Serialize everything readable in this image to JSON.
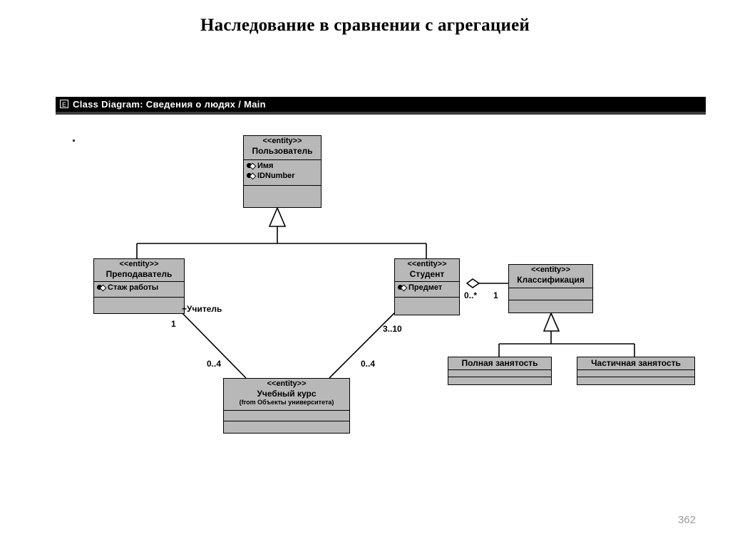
{
  "slide": {
    "title": "Наследование в сравнении с агрегацией",
    "page_number": "362"
  },
  "window": {
    "icon": "class-diagram-icon",
    "title": "Class Diagram: Сведения о людях / Main"
  },
  "diagram": {
    "type": "uml-class-diagram",
    "classes": [
      {
        "id": "polzovatel",
        "stereotype": "<<entity>>",
        "name": "Пользователь",
        "attributes": [
          "Имя",
          "IDNumber"
        ],
        "operations": []
      },
      {
        "id": "prepodavatel",
        "stereotype": "<<entity>>",
        "name": "Преподаватель",
        "attributes": [
          "Стаж работы"
        ],
        "operations": []
      },
      {
        "id": "student",
        "stereotype": "<<entity>>",
        "name": "Студент",
        "attributes": [
          "Предмет"
        ],
        "operations": []
      },
      {
        "id": "klassifikaciya",
        "stereotype": "<<entity>>",
        "name": "Классификация",
        "attributes": [],
        "operations": []
      },
      {
        "id": "uchebnyi-kurs",
        "stereotype": "<<entity>>",
        "name": "Учебный курс",
        "from": "(from Объекты университета)",
        "attributes": [],
        "operations": []
      },
      {
        "id": "polnaya-zanyatost",
        "name": "Полная занятость",
        "attributes": [],
        "operations": []
      },
      {
        "id": "chastichnaya-zanyatost",
        "name": "Частичная занятость",
        "attributes": [],
        "operations": []
      }
    ],
    "relationships": [
      {
        "kind": "generalization",
        "parent": "Пользователь",
        "children": [
          "Преподаватель",
          "Студент"
        ]
      },
      {
        "kind": "generalization",
        "parent": "Классификация",
        "children": [
          "Полная занятость",
          "Частичная занятость"
        ]
      },
      {
        "kind": "aggregation",
        "whole": "Студент",
        "part": "Классификация",
        "whole_multiplicity": "0..*",
        "part_multiplicity": "1"
      },
      {
        "kind": "association",
        "from": "Преподаватель",
        "to": "Учебный курс",
        "from_role": "+Учитель",
        "from_multiplicity": "1",
        "to_multiplicity": "0..4"
      },
      {
        "kind": "association",
        "from": "Студент",
        "to": "Учебный курс",
        "from_multiplicity": "3..10",
        "to_multiplicity": "0..4"
      }
    ],
    "labels": {
      "teacher_role": "+Учитель",
      "teacher_mult": "1",
      "course_mult_left": "0..4",
      "course_mult_right": "0..4",
      "student_course_mult": "3..10",
      "student_class_mult": "0..*",
      "class_student_mult": "1"
    }
  }
}
